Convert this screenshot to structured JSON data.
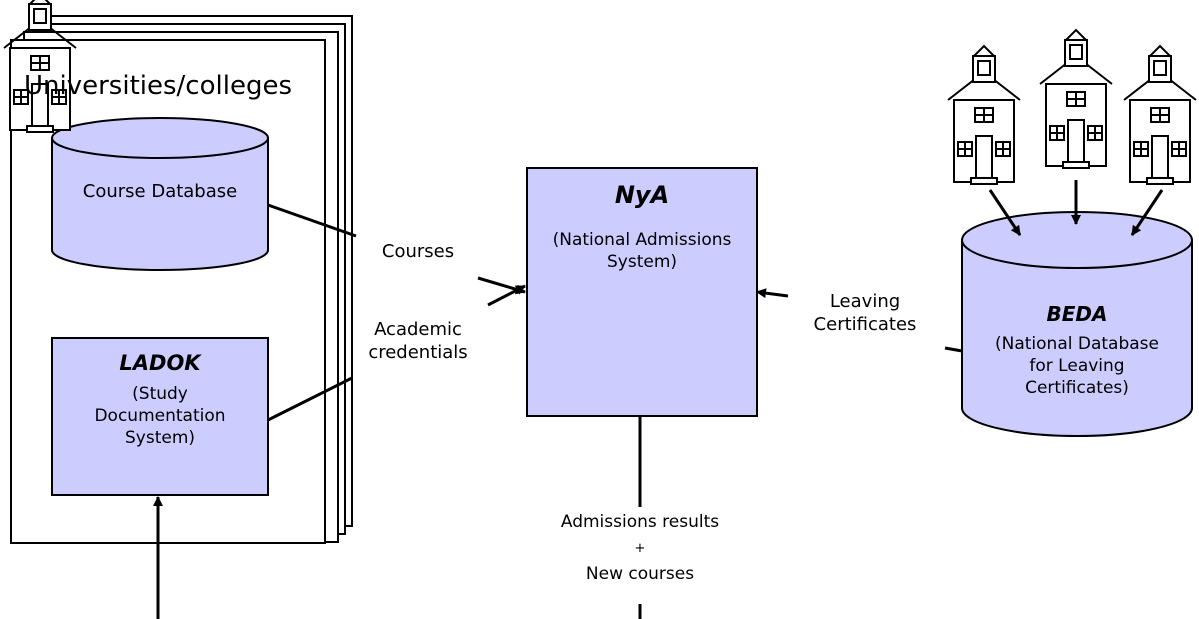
{
  "universities": {
    "title": "Universities/colleges",
    "course_db": "Course Database",
    "ladok": {
      "title": "LADOK",
      "subtitle": "(Study\nDocumentation\nSystem)"
    }
  },
  "nya": {
    "title": "NyA",
    "subtitle": "(National Admissions\nSystem)"
  },
  "beda": {
    "title": "BEDA",
    "subtitle": "(National Database\nfor Leaving\nCertificates)"
  },
  "flows": {
    "courses": "Courses",
    "academic": "Academic\ncredentials",
    "leaving": "Leaving\nCertificates",
    "results_line1": "Admissions results",
    "results_plus": "+",
    "results_line2": "New courses"
  },
  "colors": {
    "box_fill": "#ccccff",
    "stroke": "#000000"
  },
  "icons": [
    "school-building-icon",
    "school-building-icon",
    "school-building-icon"
  ]
}
